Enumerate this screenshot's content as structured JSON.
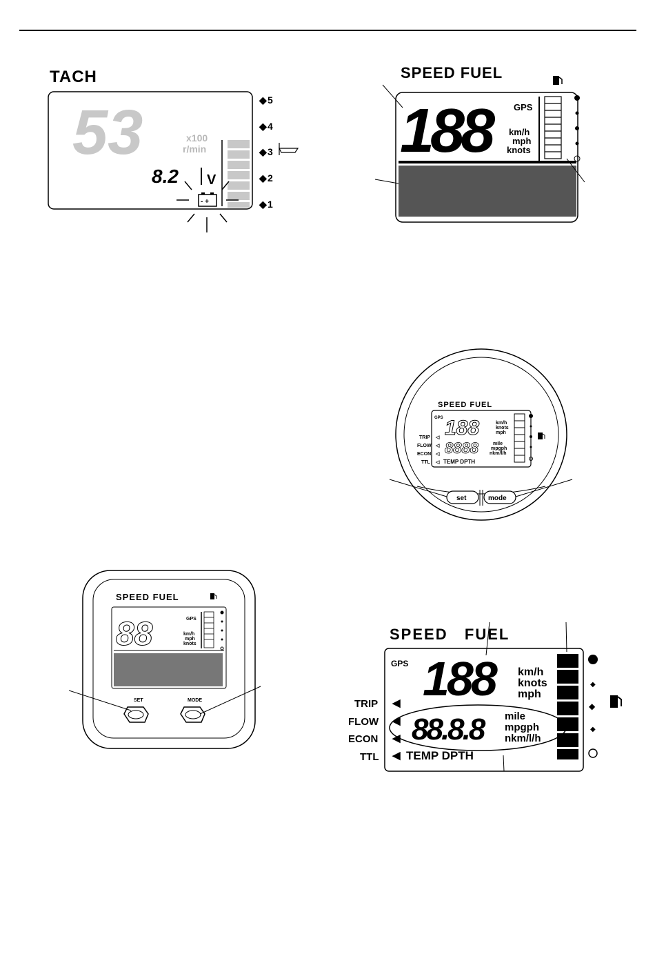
{
  "fig1": {
    "title": "TACH",
    "rpm_digits": "53",
    "rpm_unit_1": "x100",
    "rpm_unit_2": "r/min",
    "volt_value": "8.2",
    "volt_unit": "V",
    "battery_symbol": "- +",
    "trim_levels": [
      "5",
      "4",
      "3",
      "2",
      "1"
    ]
  },
  "fig2": {
    "title": "SPEED FUEL",
    "speed_digits": "188",
    "gps": "GPS",
    "units": [
      "km/h",
      "mph",
      "knots"
    ]
  },
  "fig3": {
    "title": "SPEED   FUEL",
    "gps": "GPS",
    "speed_units": [
      "km/h",
      "knots",
      "mph"
    ],
    "side_labels": [
      "TRIP",
      "FLOW",
      "ECON",
      "TTL"
    ],
    "lower_units": [
      "mile",
      "mpgph",
      "nkm/l/h"
    ],
    "bottom_text": "TEMP DPTH",
    "set_button": "set",
    "mode_button": "mode"
  },
  "fig4": {
    "title": "SPEED FUEL",
    "gps": "GPS",
    "units": [
      "km/h",
      "mph",
      "knots"
    ],
    "set_label": "SET",
    "mode_label": "MODE"
  },
  "fig5": {
    "title": "SPEED   FUEL",
    "gps": "GPS",
    "speed_digits": "188",
    "speed_units": [
      "km/h",
      "knots",
      "mph"
    ],
    "side_labels": [
      "TRIP",
      "FLOW",
      "ECON",
      "TTL"
    ],
    "lower_digits": "88.8.8",
    "lower_units": [
      "mile",
      "mpgph",
      "nkm/l/h"
    ],
    "bottom_text": "TEMP DPTH"
  }
}
